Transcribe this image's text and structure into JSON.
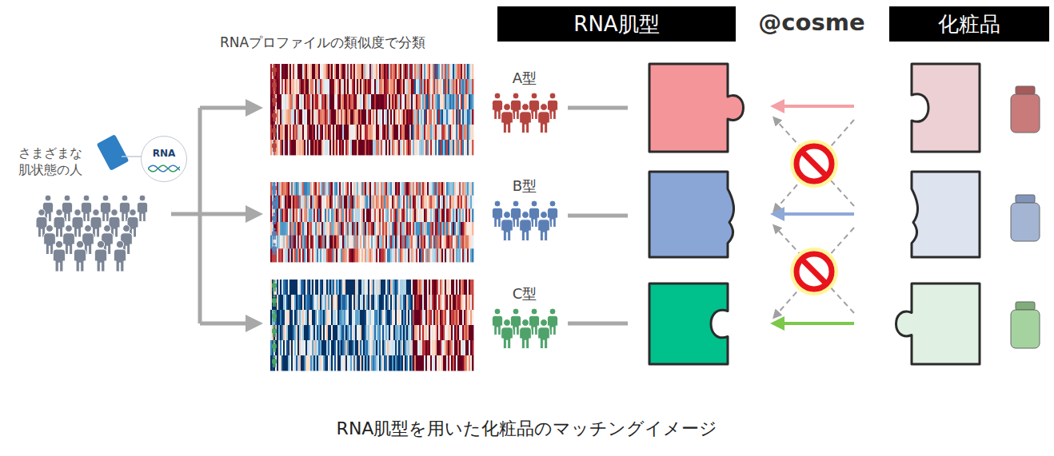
{
  "diagram": {
    "caption": "RNA肌型を用いた化粧品のマッチングイメージ",
    "nodes": [
      {
        "text": [
          "RNA肌型"
        ]
      },
      {
        "text": [
          "化粧品"
        ]
      },
      {
        "text": [
          "RNA"
        ]
      }
    ],
    "labels": [
      "さまざまな 肌状態の人",
      "RNAプロファイルの類似度で分類",
      "A型",
      "B型",
      "C型",
      "@cosme"
    ]
  }
}
